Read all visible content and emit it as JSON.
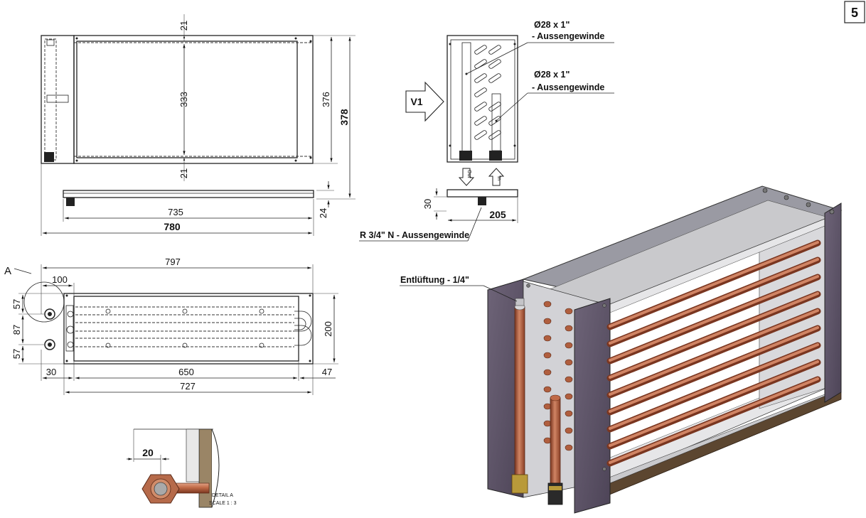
{
  "page_number": "5",
  "top_view": {
    "dim_top_margin": "21",
    "dim_inner_height": "333",
    "dim_bottom_margin": "21",
    "dim_overall_height_inner": "376",
    "dim_overall_height": "378",
    "dim_base_thickness": "24",
    "dim_inner_length": "735",
    "dim_overall_length": "780"
  },
  "side_view": {
    "connection_1_diameter": "Ø28 x 1\"",
    "connection_1_thread": "- Aussengewinde",
    "connection_2_diameter": "Ø28 x 1\"",
    "connection_2_thread": "- Aussengewinde",
    "airflow_label": "V1",
    "outlet_label": "Out",
    "inlet_label": "In",
    "dim_base_height": "30",
    "dim_width": "205",
    "drain_label": "R 3/4\" N - Aussengewinde"
  },
  "front_view": {
    "detail_marker": "A",
    "dim_overall_length": "797",
    "dim_connection_offset": "100",
    "dim_top": "57",
    "dim_middle": "87",
    "dim_bottom": "57",
    "dim_height": "200",
    "dim_left": "30",
    "dim_core": "650",
    "dim_right": "47",
    "dim_total": "727"
  },
  "detail": {
    "dim_value": "20",
    "title": "DETAIL A",
    "scale": "SCALE 1 : 3"
  },
  "iso_view": {
    "vent_label": "Entlüftung - 1/4\""
  }
}
